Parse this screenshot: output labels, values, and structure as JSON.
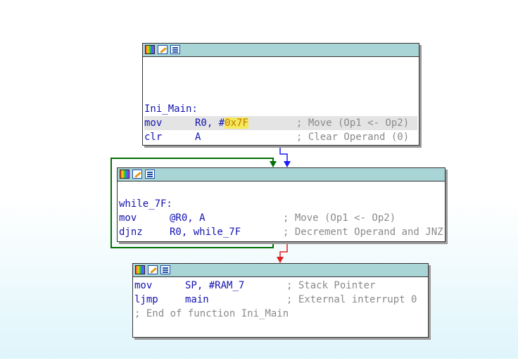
{
  "colors": {
    "header_bg": "#a9d5d6",
    "text": "#1212b0",
    "comment": "#8a8a8a",
    "edge_true": "#007000",
    "edge_false": "#e02020",
    "edge_plain": "#1a1aff",
    "highlight": "#f5e85a"
  },
  "header_icons": [
    "color-palette-icon",
    "edit-pencil-icon",
    "graph-overview-icon"
  ],
  "blocks": {
    "main": {
      "label": "Ini_Main:",
      "lines": [
        {
          "mnem": "mov",
          "op_prefix": "R0, #",
          "op_hl": "0x7F",
          "comment": "; Move (Op1 <- Op2)"
        },
        {
          "mnem": "clr",
          "op": "A",
          "comment": "; Clear Operand (0)"
        }
      ]
    },
    "loop": {
      "label": "while_7F:",
      "lines": [
        {
          "mnem": "mov",
          "op": "@R0, A",
          "comment": "; Move (Op1 <- Op2)"
        },
        {
          "mnem": "djnz",
          "op": "R0, while_7F",
          "comment": "; Decrement Operand and JNZ"
        }
      ]
    },
    "exit": {
      "lines": [
        {
          "mnem": "mov",
          "op": "SP, #RAM_7",
          "comment": "; Stack Pointer"
        },
        {
          "mnem": "ljmp",
          "op": "main",
          "comment": "; External interrupt 0"
        }
      ],
      "footer": "; End of function Ini_Main"
    }
  }
}
